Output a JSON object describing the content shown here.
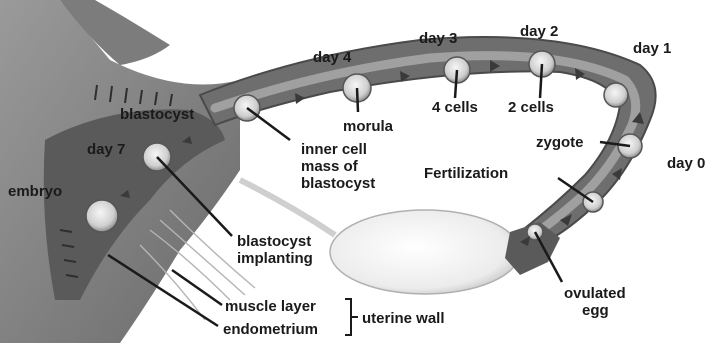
{
  "labels": {
    "day4": "day 4",
    "day3": "day 3",
    "day2": "day 2",
    "day1": "day 1",
    "day0": "day 0",
    "day7": "day 7",
    "blastocyst": "blastocyst",
    "morula": "morula",
    "cells4": "4 cells",
    "cells2": "2 cells",
    "zygote": "zygote",
    "fertilization": "Fertilization",
    "inner_cell_mass": [
      "inner cell",
      "mass of",
      "blastocyst"
    ],
    "embryo": "embryo",
    "blastocyst_implanting": [
      "blastocyst",
      "implanting"
    ],
    "ovulated_egg": [
      "ovulated",
      "egg"
    ],
    "muscle_layer": "muscle layer",
    "endometrium": "endometrium",
    "uterine_wall": "uterine wall"
  },
  "colors": {
    "tube_outer": "#6e6e6e",
    "tube_inner": "#4a4a4a",
    "tube_lumen": "#8a8a8a",
    "uterus_tissue": "#8c8c8c",
    "ovary": "#f4f4f4",
    "cell_fill": "#e0e0e0",
    "arrow": "#3a3a3a"
  }
}
